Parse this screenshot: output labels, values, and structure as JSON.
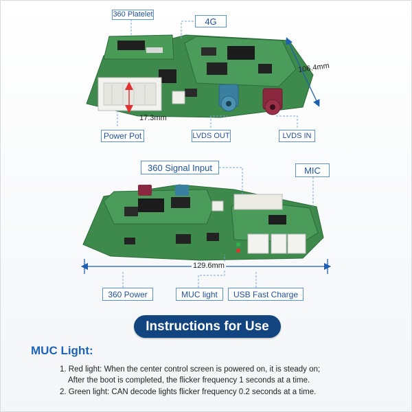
{
  "labels": {
    "platelet": "360 Platelet",
    "g4": "4G",
    "power_pot": "Power Pot",
    "lvds_out": "LVDS OUT",
    "lvds_in": "LVDS IN",
    "signal_input": "360 Signal Input",
    "mic": "MIC",
    "power360": "360 Power",
    "muc_light": "MUC light",
    "usb_fast": "USB Fast Charge"
  },
  "dimensions": {
    "depth": "106.4mm",
    "height": "17.3mm",
    "width": "129.6mm"
  },
  "banner": "Instructions for Use",
  "section_title": "MUC Light:",
  "instructions": {
    "item1_line1": "1. Red light: When the center control screen is powered on, it is steady on;",
    "item1_line2": "After the boot is completed, the flicker frequency 1 seconds at a time.",
    "item2": "2. Green light: CAN decode lights flicker frequency 0.2 seconds at a time."
  },
  "colors": {
    "label_border": "#5a8fd0",
    "label_text": "#1f4f9c",
    "banner_bg": "#12457f",
    "section_title": "#1e63b8",
    "pcb_green": "#3f8a4e",
    "connector_blue": "#3a7fa0",
    "connector_maroon": "#8a2840"
  }
}
